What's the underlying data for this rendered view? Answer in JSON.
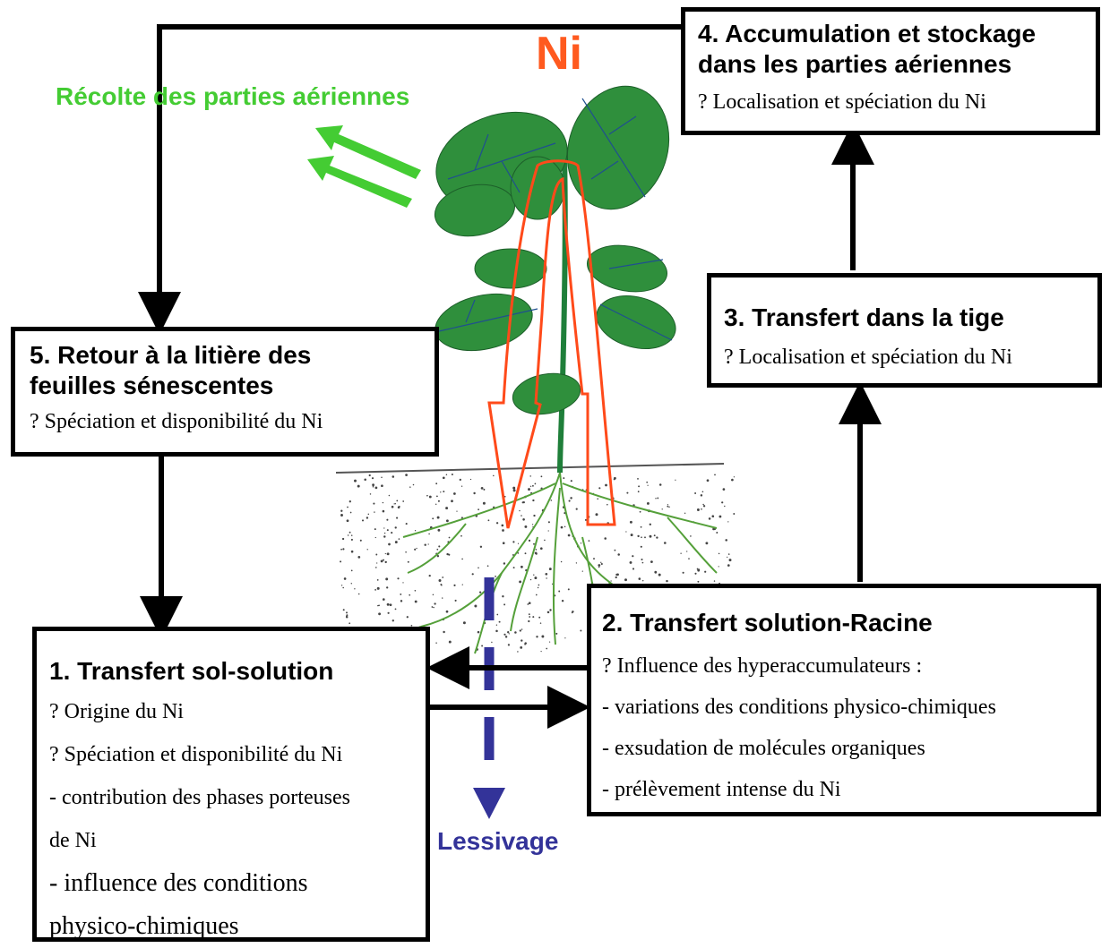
{
  "labels": {
    "element": "Ni",
    "harvest": "Récolte des parties aériennes",
    "leaching": "Lessivage"
  },
  "colors": {
    "element": "#ff5a1f",
    "harvest": "#44cc33",
    "leaching": "#333399",
    "plant_leaf": "#2f8f3c",
    "plant_vein": "#1f4f8f",
    "root": "#55a03a",
    "cycle_arrow": "#ff4a1a"
  },
  "boxes": {
    "b4": {
      "title": "4. Accumulation et stockage dans les parties aériennes",
      "lines": [
        "? Localisation et spéciation du Ni"
      ]
    },
    "b3": {
      "title": "3. Transfert dans la tige",
      "lines": [
        "? Localisation et spéciation du Ni"
      ]
    },
    "b5": {
      "title": "5. Retour à la litière des feuilles sénescentes",
      "lines": [
        "? Spéciation et disponibilité du Ni"
      ]
    },
    "b2": {
      "title": "2. Transfert solution-Racine",
      "lines": [
        "? Influence des hyperaccumulateurs :",
        "- variations des conditions physico-chimiques",
        "- exsudation de molécules organiques",
        "- prélèvement intense du Ni"
      ]
    },
    "b1": {
      "title": "1. Transfert sol-solution",
      "lines": [
        "? Origine du Ni",
        "? Spéciation et disponibilité du Ni",
        "- contribution des phases  porteuses",
        "de Ni",
        "- influence des conditions",
        "physico-chimiques"
      ]
    }
  }
}
